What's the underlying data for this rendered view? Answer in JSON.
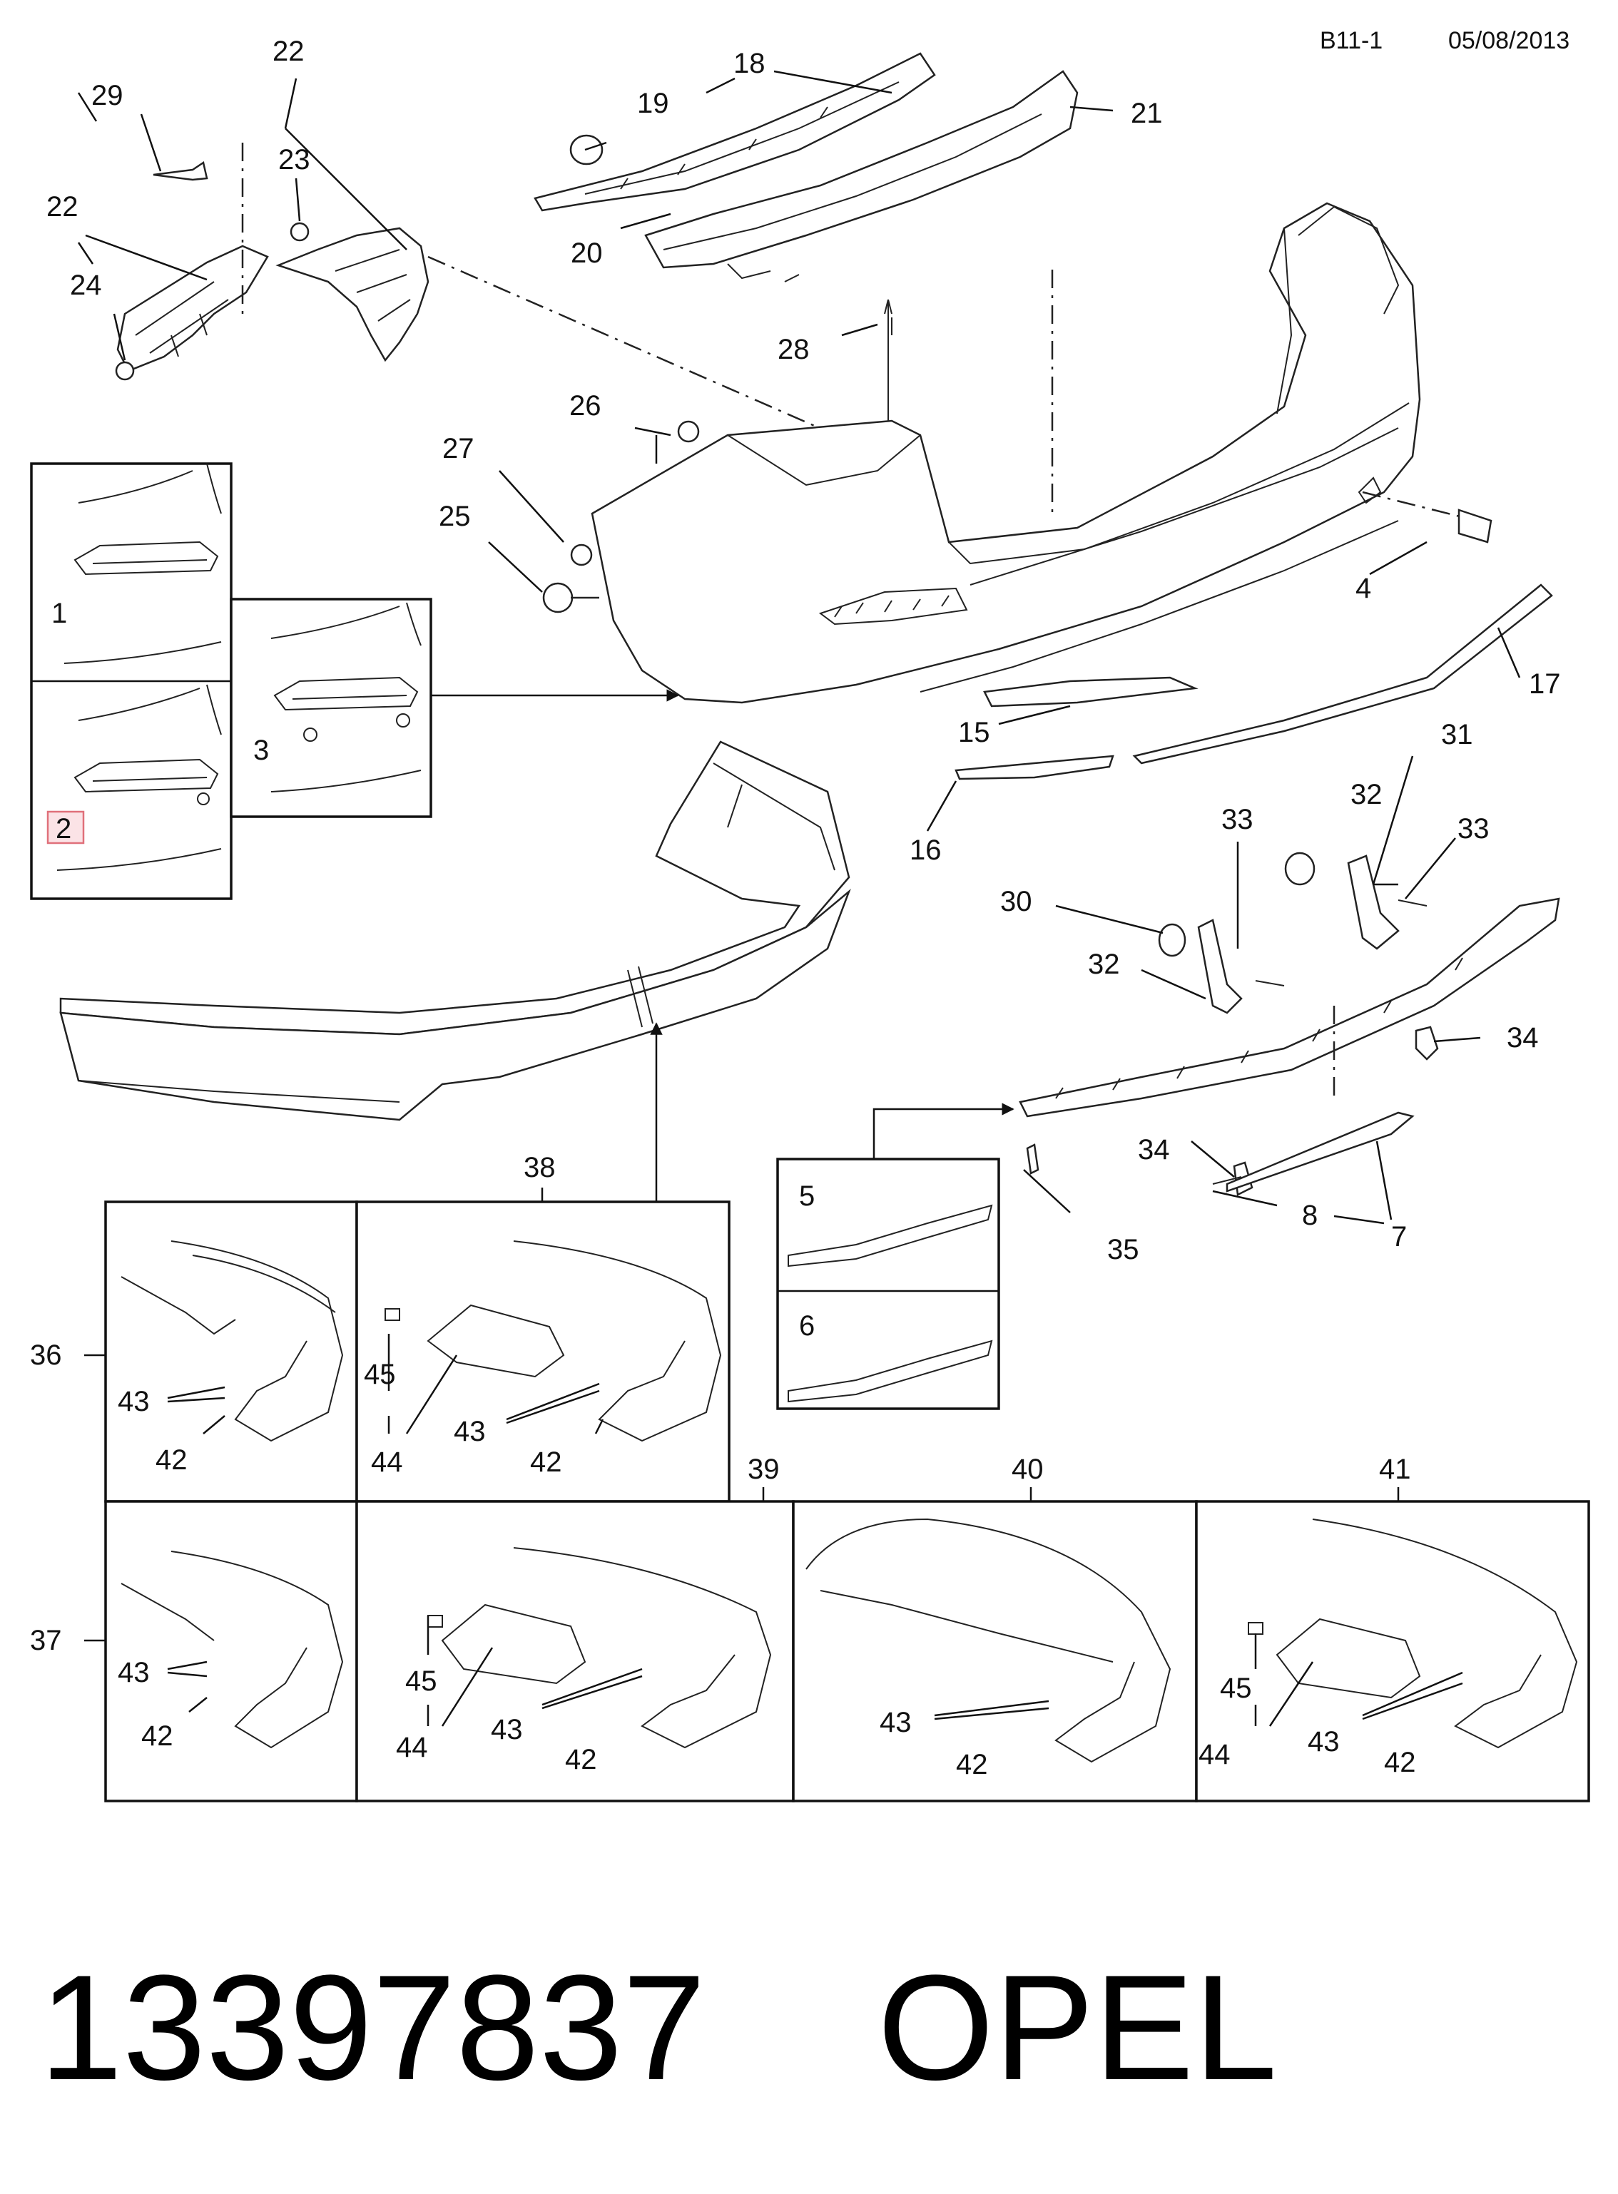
{
  "header": {
    "sheet_code": "B11-1",
    "date": "05/08/2013"
  },
  "footer": {
    "part_number": "13397837",
    "brand": "OPEL"
  },
  "callouts": {
    "c1": "1",
    "c2": "2",
    "c3": "3",
    "c4": "4",
    "c5": "5",
    "c6": "6",
    "c7": "7",
    "c8": "8",
    "c15": "15",
    "c16": "16",
    "c17": "17",
    "c18": "18",
    "c19": "19",
    "c20": "20",
    "c21": "21",
    "c22a": "22",
    "c22b": "22",
    "c23": "23",
    "c24": "24",
    "c25": "25",
    "c26": "26",
    "c27": "27",
    "c28": "28",
    "c29": "29",
    "c30": "30",
    "c31": "31",
    "c32a": "32",
    "c32b": "32",
    "c33a": "33",
    "c33b": "33",
    "c34a": "34",
    "c34b": "34",
    "c35": "35",
    "c36": "36",
    "c37": "37",
    "c38": "38",
    "c39": "39",
    "c40": "40",
    "c41": "41",
    "p36_43": "43",
    "p36_42": "42",
    "p38_45": "45",
    "p38_44": "44",
    "p38_43": "43",
    "p38_42": "42",
    "p37_43": "43",
    "p37_42": "42",
    "p39_45": "45",
    "p39_44": "44",
    "p39_43": "43",
    "p39_42": "42",
    "p40_43": "43",
    "p40_42": "42",
    "p41_45": "45",
    "p41_44": "44",
    "p41_43": "43",
    "p41_42": "42"
  },
  "colors": {
    "highlight_fill": "#fbe3e6",
    "highlight_stroke": "#e0707a",
    "line": "#111111"
  }
}
